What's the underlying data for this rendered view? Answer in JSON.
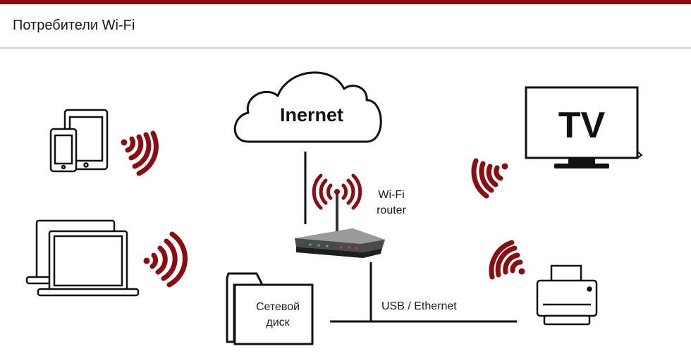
{
  "colors": {
    "accent": "#8b0d12",
    "line": "#111111",
    "divider": "#cfcfcf"
  },
  "header": {
    "title": "Потребители Wi-Fi"
  },
  "diagram": {
    "cloud_label": "Inernet",
    "tv_label": "TV",
    "router_label_line1": "Wi-Fi",
    "router_label_line2": "router",
    "disk_label_line1": "Сетевой",
    "disk_label_line2": "диск",
    "connection_label": "USB / Ethernet",
    "icons": [
      "tablet-phone-icon",
      "laptop-icon",
      "cloud-icon",
      "router-icon",
      "tv-icon",
      "printer-icon",
      "folder-icon",
      "wifi-signal-icon"
    ]
  }
}
